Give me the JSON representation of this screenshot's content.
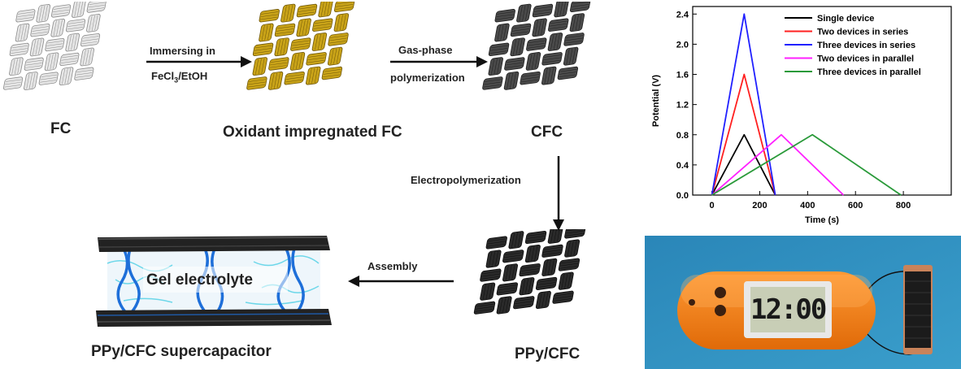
{
  "scheme": {
    "materials": {
      "fc": "FC",
      "oxidant": "Oxidant impregnated FC",
      "cfc": "CFC",
      "ppy_cfc": "PPy/CFC",
      "supercap": "PPy/CFC supercapacitor",
      "gel": "Gel electrolyte"
    },
    "steps": {
      "immersing_line1": "Immersing in",
      "immersing_line2_prefix": "FeCl",
      "immersing_line2_sub": "3",
      "immersing_line2_suffix": "/EtOH",
      "gas_line1": "Gas-phase",
      "gas_line2": "polymerization",
      "electro": "Electropolymerization",
      "assembly": "Assembly"
    },
    "colors": {
      "fabric_white": "#e6e6e6",
      "fabric_gold": "#c9a318",
      "fabric_dark": "#4a4a4a",
      "fabric_black": "#2a2a2a",
      "electrolyte_blue": "#1e6fd9",
      "electrolyte_cyan": "#5fd4e8"
    }
  },
  "photo": {
    "clock_display": "12:00",
    "colors": {
      "background": "#2f8fbf",
      "clock_body": "#f07d12",
      "lcd": "#c8ceb6",
      "electrode": "#c9835a"
    }
  },
  "chart_data": {
    "type": "line",
    "xlabel": "Time (s)",
    "ylabel": "Potential (V)",
    "xlim": [
      -80,
      1000
    ],
    "ylim": [
      0,
      2.5
    ],
    "xticks": [
      0,
      200,
      400,
      600,
      800
    ],
    "yticks": [
      0.0,
      0.4,
      0.8,
      1.2,
      1.6,
      2.0,
      2.4
    ],
    "grid": false,
    "legend_position": "top-right",
    "series": [
      {
        "name": "Single device",
        "color": "#000000",
        "x": [
          0,
          135,
          265
        ],
        "y": [
          0,
          0.8,
          0
        ]
      },
      {
        "name": "Two devices in series",
        "color": "#ff2020",
        "x": [
          0,
          135,
          265
        ],
        "y": [
          0,
          1.6,
          0
        ]
      },
      {
        "name": "Three devices in series",
        "color": "#2020ff",
        "x": [
          0,
          135,
          265
        ],
        "y": [
          0,
          2.4,
          0
        ]
      },
      {
        "name": "Two devices in parallel",
        "color": "#ff20ff",
        "x": [
          0,
          290,
          550
        ],
        "y": [
          0,
          0.8,
          0
        ]
      },
      {
        "name": "Three devices in parallel",
        "color": "#2a9a3a",
        "x": [
          0,
          420,
          790
        ],
        "y": [
          0,
          0.8,
          0
        ]
      }
    ]
  }
}
